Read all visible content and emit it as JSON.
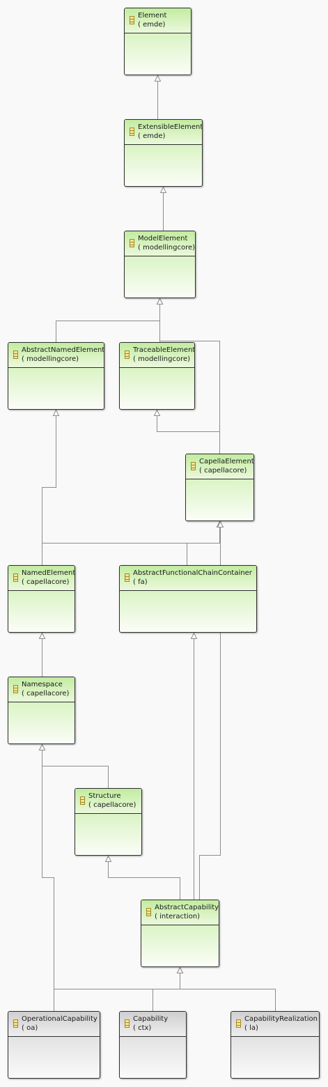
{
  "diagram": {
    "kind": "class-hierarchy",
    "colors": {
      "background": "#f9f9f9",
      "node_fill_green": "#d4f2b8",
      "node_fill_gray": "#d8d8d8",
      "node_border": "#2e2e2e",
      "edge": "#8c8c8c"
    },
    "nodes": [
      {
        "id": "element",
        "name": "Element",
        "package": "( emde)",
        "style": "green"
      },
      {
        "id": "extensible-element",
        "name": "ExtensibleElement",
        "package": "( emde)",
        "style": "green"
      },
      {
        "id": "model-element",
        "name": "ModelElement",
        "package": "( modellingcore)",
        "style": "green"
      },
      {
        "id": "abstract-named-element",
        "name": "AbstractNamedElement",
        "package": "( modellingcore)",
        "style": "green"
      },
      {
        "id": "traceable-element",
        "name": "TraceableElement",
        "package": "( modellingcore)",
        "style": "green"
      },
      {
        "id": "capella-element",
        "name": "CapellaElement",
        "package": "( capellacore)",
        "style": "green"
      },
      {
        "id": "named-element",
        "name": "NamedElement",
        "package": "( capellacore)",
        "style": "green"
      },
      {
        "id": "abstract-functional-chain-container",
        "name": "AbstractFunctionalChainContainer",
        "package": "( fa)",
        "style": "green"
      },
      {
        "id": "namespace",
        "name": "Namespace",
        "package": "( capellacore)",
        "style": "green"
      },
      {
        "id": "structure",
        "name": "Structure",
        "package": "( capellacore)",
        "style": "green"
      },
      {
        "id": "abstract-capability",
        "name": "AbstractCapability",
        "package": "( interaction)",
        "style": "green"
      },
      {
        "id": "operational-capability",
        "name": "OperationalCapability",
        "package": "( oa)",
        "style": "gray"
      },
      {
        "id": "capability",
        "name": "Capability",
        "package": "( ctx)",
        "style": "gray"
      },
      {
        "id": "capability-realization",
        "name": "CapabilityRealization",
        "package": "( la)",
        "style": "gray"
      }
    ],
    "edges": [
      {
        "from": "extensible-element",
        "to": "element"
      },
      {
        "from": "model-element",
        "to": "extensible-element"
      },
      {
        "from": "abstract-named-element",
        "to": "model-element"
      },
      {
        "from": "traceable-element",
        "to": "model-element"
      },
      {
        "from": "capella-element",
        "to": "model-element"
      },
      {
        "from": "capella-element",
        "to": "traceable-element"
      },
      {
        "from": "named-element",
        "to": "abstract-named-element"
      },
      {
        "from": "named-element",
        "to": "capella-element"
      },
      {
        "from": "abstract-functional-chain-container",
        "to": "capella-element"
      },
      {
        "from": "namespace",
        "to": "named-element"
      },
      {
        "from": "structure",
        "to": "namespace"
      },
      {
        "from": "abstract-capability",
        "to": "structure"
      },
      {
        "from": "abstract-capability",
        "to": "abstract-functional-chain-container"
      },
      {
        "from": "abstract-capability",
        "to": "capella-element"
      },
      {
        "from": "operational-capability",
        "to": "namespace"
      },
      {
        "from": "operational-capability",
        "to": "abstract-capability"
      },
      {
        "from": "capability",
        "to": "abstract-capability"
      },
      {
        "from": "capability-realization",
        "to": "abstract-capability"
      }
    ]
  }
}
